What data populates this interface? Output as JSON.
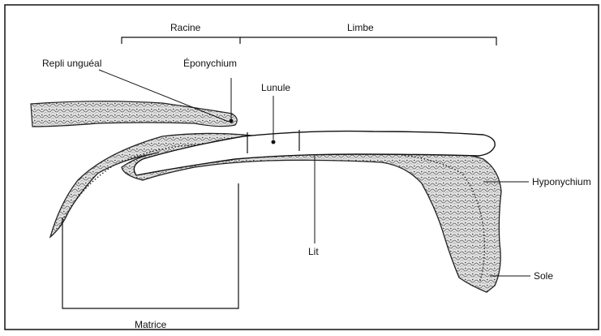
{
  "diagram": {
    "labels": {
      "racine": "Racine",
      "limbe": "Limbe",
      "repli_ungueal": "Repli unguéal",
      "eponychium": "Éponychium",
      "lunule": "Lunule",
      "hyponychium": "Hyponychium",
      "lit": "Lit",
      "sole": "Sole",
      "matrice": "Matrice"
    },
    "colors": {
      "ink": "#111111",
      "tissue_fill": "#d9d9d9",
      "nail_plate": "#ffffff",
      "background": "#ffffff"
    }
  }
}
